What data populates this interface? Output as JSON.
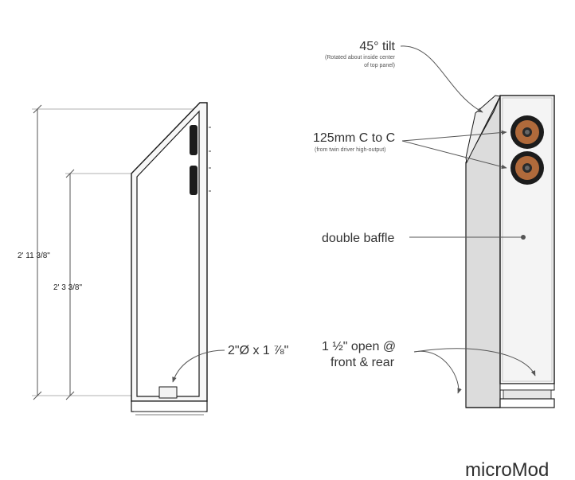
{
  "side_view": {
    "dimensions": {
      "overall_height": "2' 11 3/8\"",
      "lower_height": "2' 3 3/8\""
    },
    "port_label": "2\"Ø x 1 ⅞\""
  },
  "front_view": {
    "tilt": {
      "label": "45° tilt",
      "note_line1": "(Rotated about inside center",
      "note_line2": "of top panel)"
    },
    "spacing": {
      "label": "125mm C to C",
      "note": "(from twin driver high-output)"
    },
    "baffle": {
      "label": "double baffle"
    },
    "opening": {
      "line1": "1 ½\" open @",
      "line2": "front & rear"
    }
  },
  "brand": "microMod",
  "colors": {
    "line": "#555555",
    "cabinet_edge": "#1a1a1a",
    "cabinet_face": "#d9d9d9",
    "front_panel": "#f4f4f4",
    "driver_cone": "#b06a3b",
    "driver_dark": "#1c1c1c"
  }
}
